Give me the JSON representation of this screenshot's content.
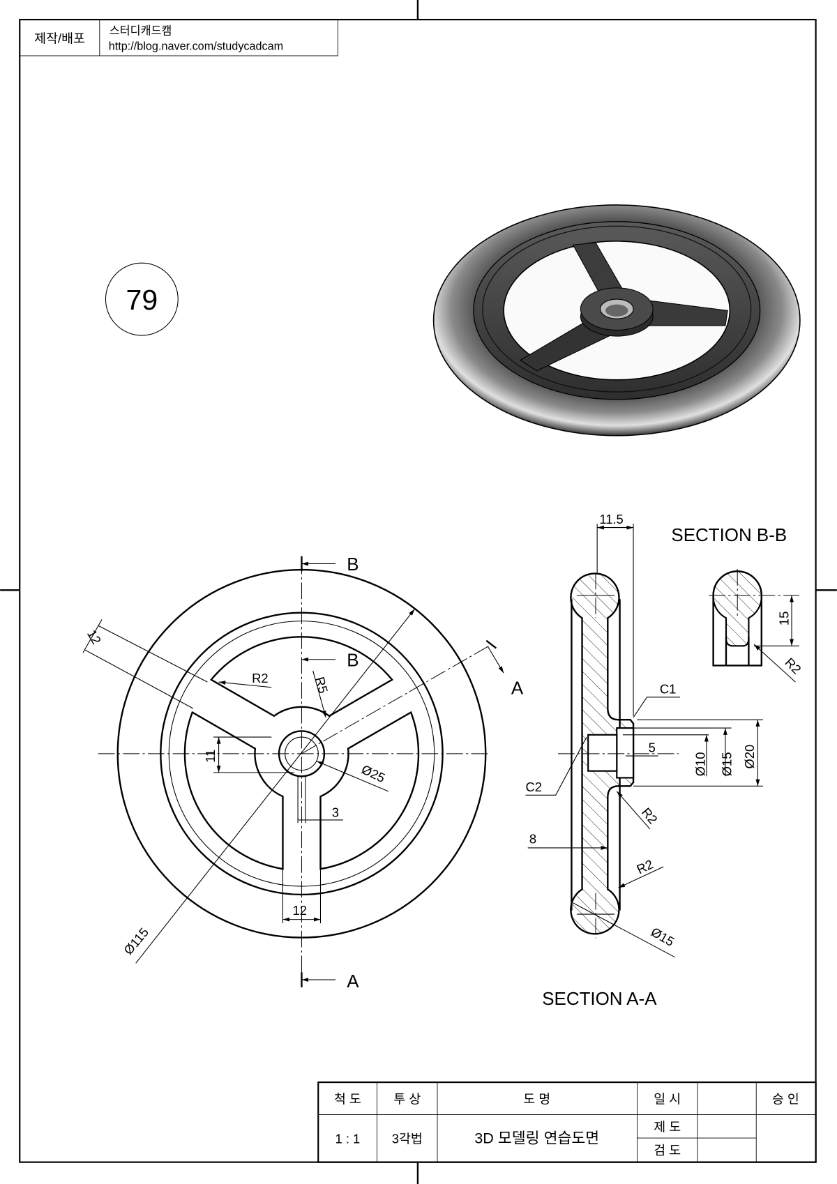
{
  "header": {
    "label": "제작/배포",
    "author": "스터디캐드캠",
    "url": "http://blog.naver.com/studycadcam"
  },
  "problem_number": "79",
  "title_block": {
    "scale_label": "척  도",
    "projection_label": "투  상",
    "name_label": "도        명",
    "date_label": "일  시",
    "approval_label": "승  인",
    "scale": "1 : 1",
    "projection": "3각법",
    "name": "3D 모델링 연습도면",
    "drawn_label": "제  도",
    "checked_label": "검  도"
  },
  "front_view": {
    "section_b": "B",
    "section_a": "A",
    "dims": [
      "12",
      "R2",
      "R5",
      "11",
      "Ø25",
      "3",
      "12",
      "Ø115"
    ]
  },
  "section_aa": {
    "title": "SECTION A-A",
    "dims": [
      "11.5",
      "C1",
      "5",
      "Ø10",
      "Ø15",
      "Ø20",
      "C2",
      "R2",
      "8",
      "R2",
      "Ø15"
    ]
  },
  "section_bb": {
    "title": "SECTION B-B",
    "dims": [
      "15",
      "R2"
    ]
  }
}
